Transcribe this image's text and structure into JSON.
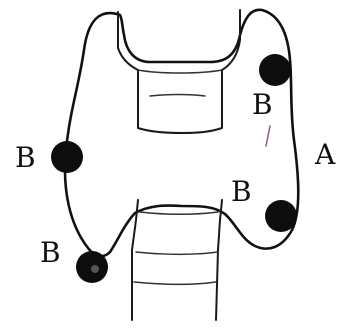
{
  "labels": {
    "right_top": "B",
    "left_middle": "B",
    "left_bottom": "B",
    "right_bottom": "B",
    "right_side": "A"
  }
}
